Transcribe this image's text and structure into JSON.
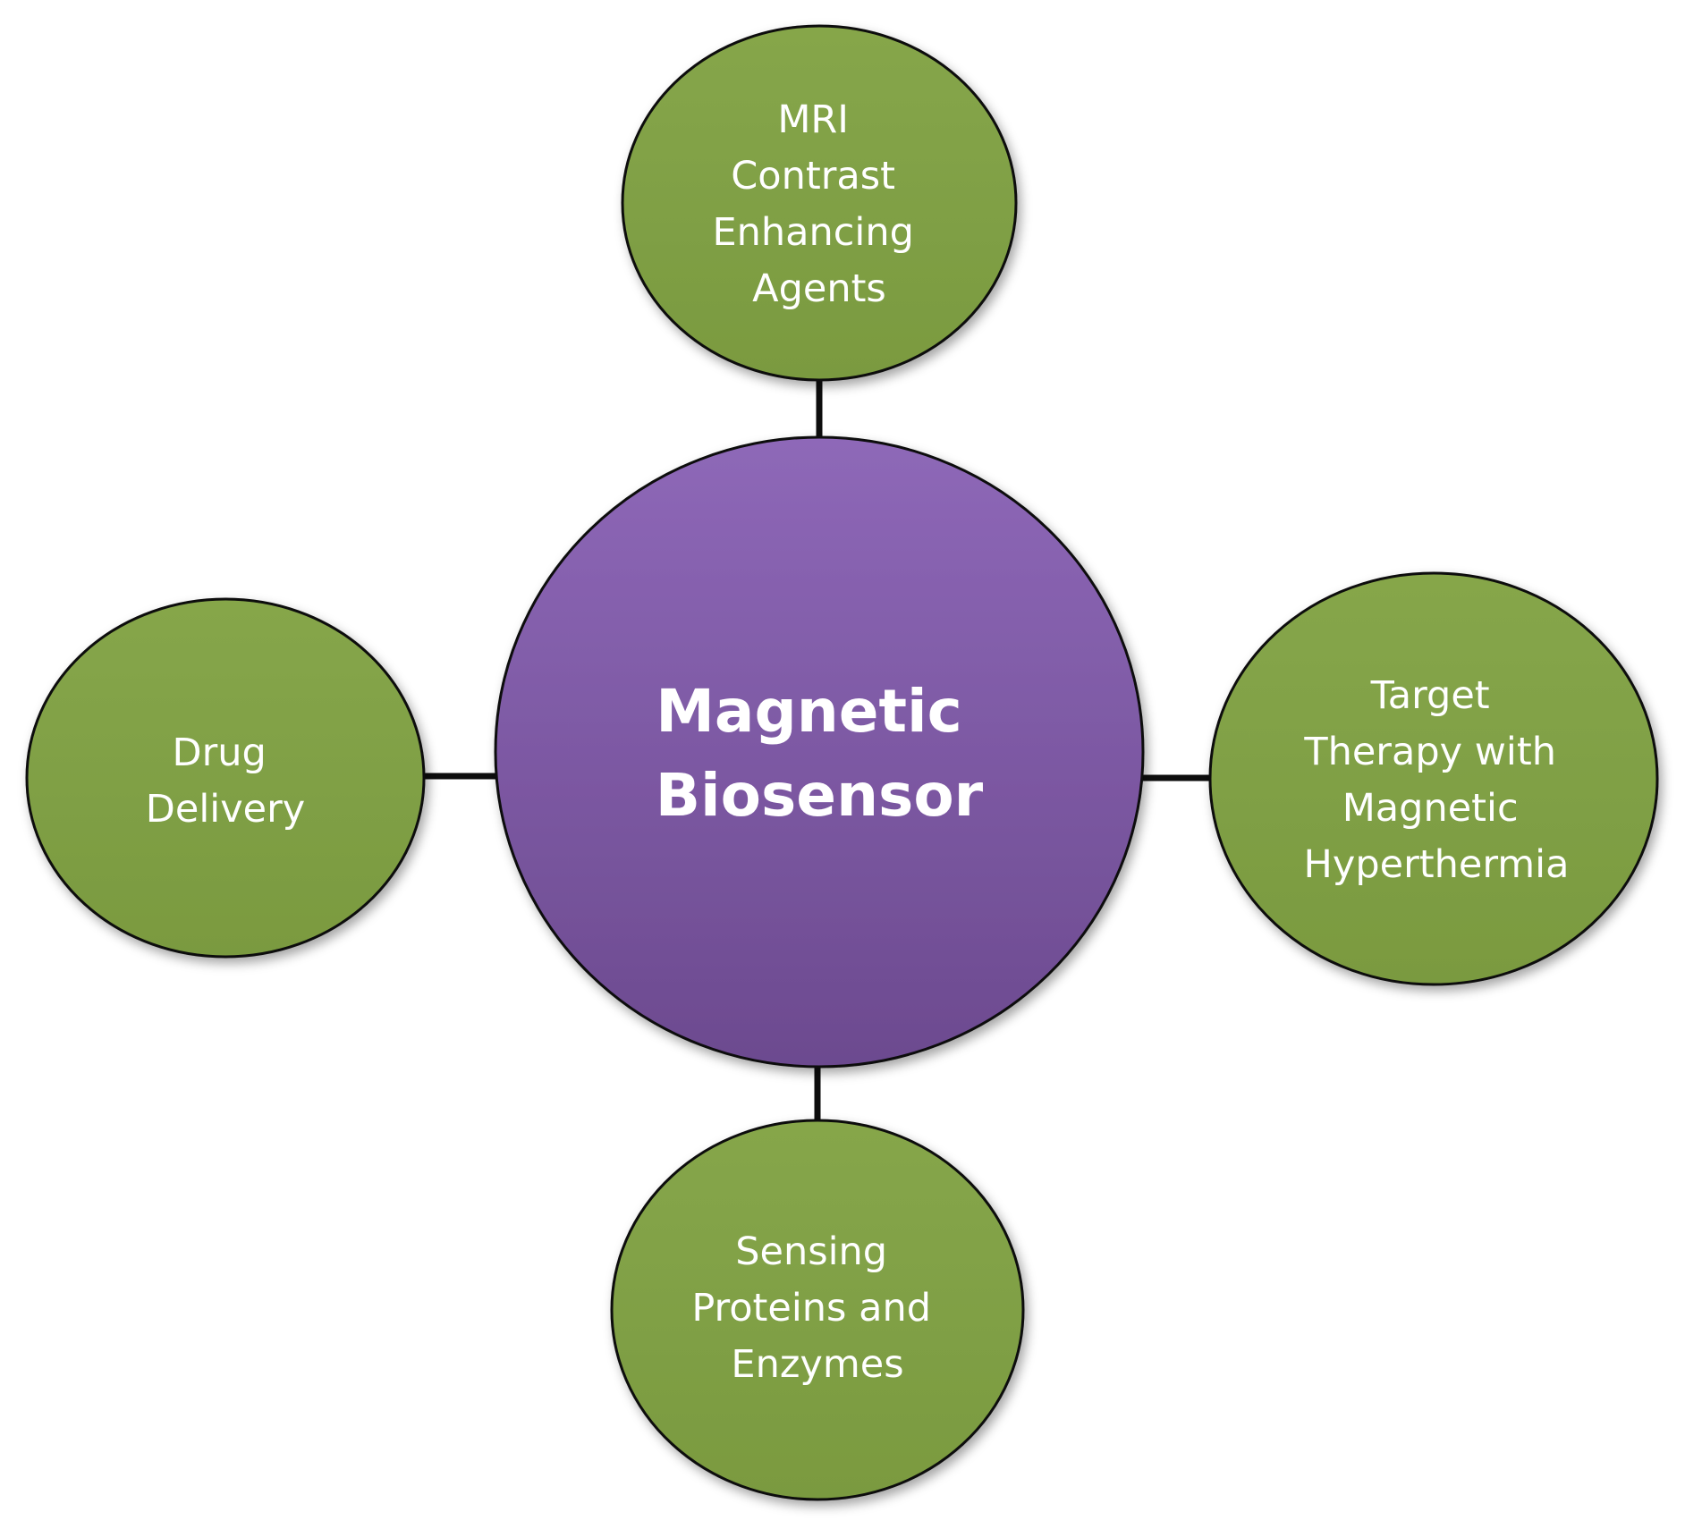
{
  "colors": {
    "center_fill": "#7f5aa6",
    "outer_fill": "#7f9f45",
    "connector": "#0d0d0d",
    "text": "#ffffff",
    "background": "#ffffff"
  },
  "center": {
    "lines": [
      "Magnetic",
      "Biosensor"
    ]
  },
  "nodes": {
    "top": {
      "lines": [
        "MRI",
        "Contrast",
        "Enhancing",
        "Agents"
      ]
    },
    "right": {
      "lines": [
        "Target",
        "Therapy with",
        "Magnetic",
        "Hyperthermia"
      ]
    },
    "bottom": {
      "lines": [
        "Sensing",
        "Proteins and",
        "Enzymes"
      ]
    },
    "left": {
      "lines": [
        "Drug",
        "Delivery"
      ]
    }
  }
}
